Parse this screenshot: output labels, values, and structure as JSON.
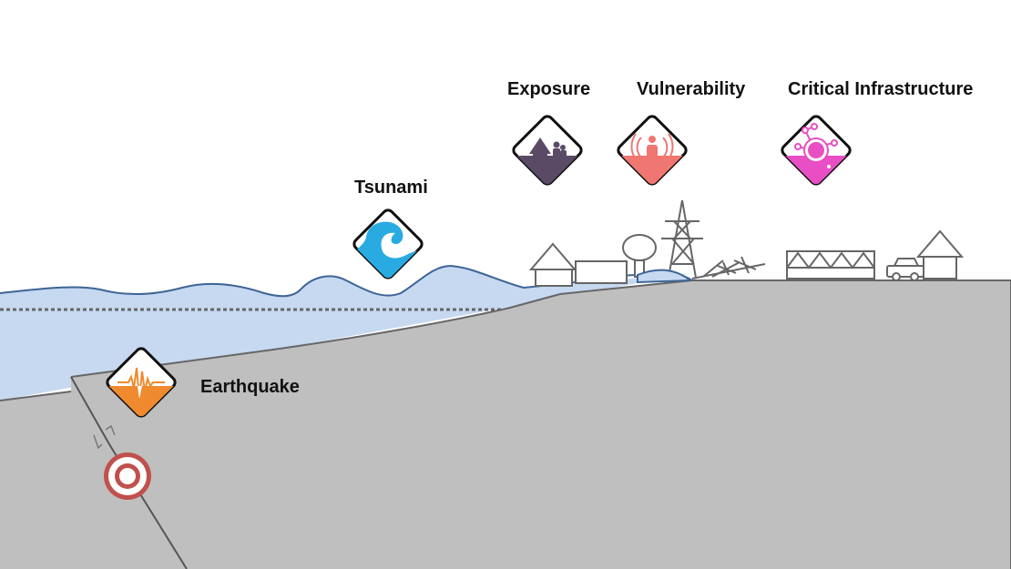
{
  "labels": {
    "exposure": "Exposure",
    "vulnerability": "Vulnerability",
    "critical_infrastructure": "Critical Infrastructure",
    "tsunami": "Tsunami",
    "earthquake": "Earthquake"
  },
  "icons": {
    "exposure": "house-family-icon",
    "vulnerability": "person-radiating-icon",
    "critical_infrastructure": "network-hub-icon",
    "tsunami": "wave-icon",
    "earthquake": "seismograph-icon",
    "epicenter": "epicenter-target-icon"
  },
  "colors": {
    "exposure": "#5b4a66",
    "vulnerability": "#f07672",
    "critical_infrastructure": "#e84fc4",
    "tsunami": "#29abe2",
    "earthquake": "#ef8a2e",
    "epicenter": "#c0504d",
    "water": "#c6d9f1",
    "water_line": "#3e6496",
    "ground": "#bfbfbf",
    "ground_line": "#666666"
  }
}
